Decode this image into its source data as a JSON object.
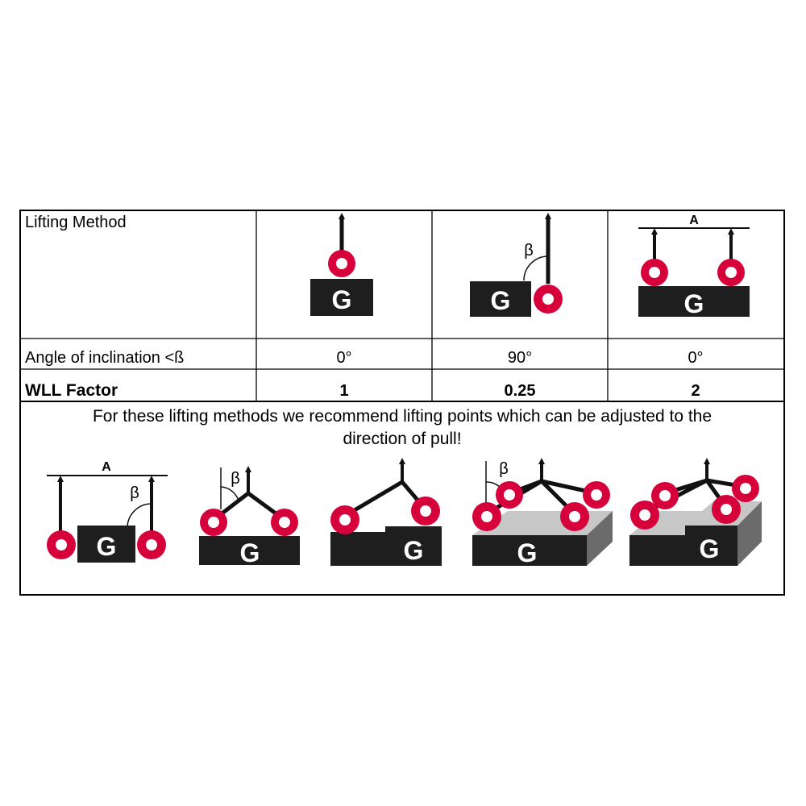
{
  "table": {
    "row_lifting_method": "Lifting Method",
    "row_angle": "Angle of inclination <ß",
    "row_wll": "WLL Factor",
    "angles": [
      "0°",
      "90°",
      "0°"
    ],
    "wll_factors": [
      "1",
      "0.25",
      "2"
    ]
  },
  "recommendation": {
    "line1": "For these lifting methods we recommend lifting points which can be adjusted to the",
    "line2": "direction of pull!"
  },
  "diagram_labels": {
    "load": "G",
    "beta": "β",
    "spreader": "A"
  },
  "colors": {
    "lifting_point": "#d6003a",
    "load": "#1e1e1e",
    "plate_side": "#6b6b6b",
    "plate_top": "#c7c7c7"
  }
}
